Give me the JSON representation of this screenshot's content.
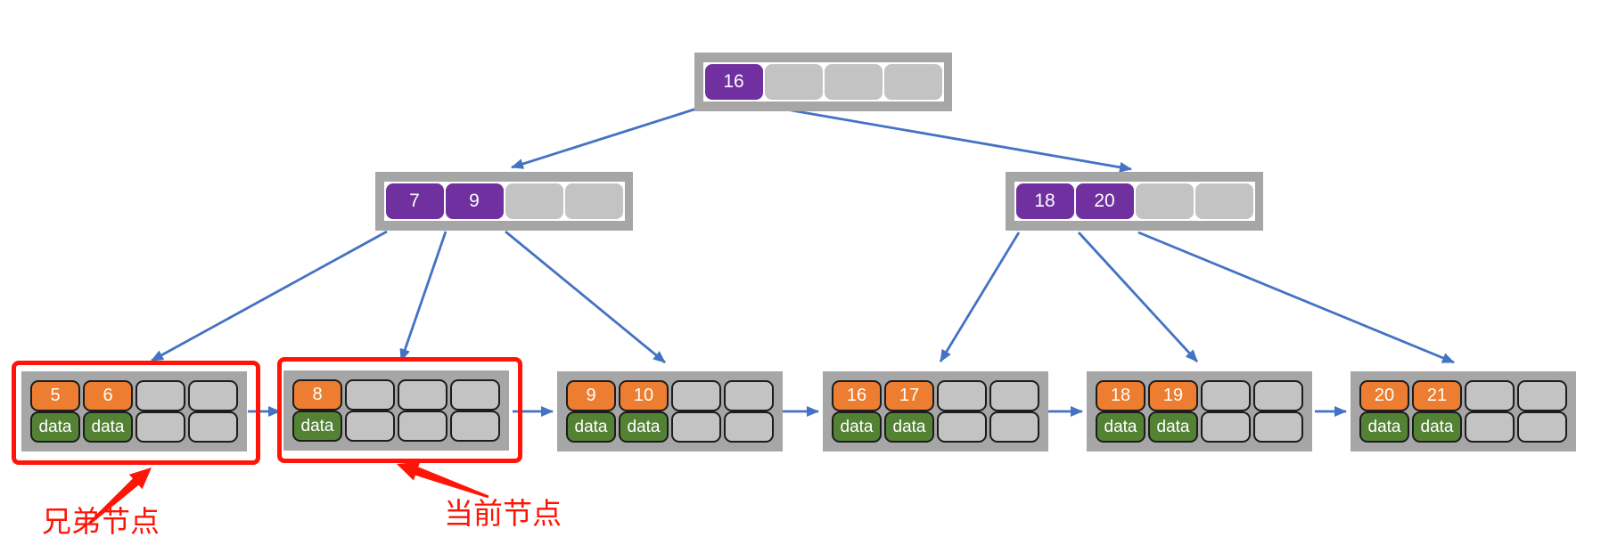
{
  "diagram": {
    "type": "b-plus-tree",
    "levels": 3,
    "leaf_order": [
      "leaf_1",
      "leaf_2",
      "leaf_3",
      "leaf_4",
      "leaf_5",
      "leaf_6"
    ]
  },
  "nodes": {
    "root": {
      "type": "internal",
      "slots": 4,
      "keys": [
        "16"
      ]
    },
    "internal_left": {
      "type": "internal",
      "slots": 4,
      "keys": [
        "7",
        "9"
      ]
    },
    "internal_right": {
      "type": "internal",
      "slots": 4,
      "keys": [
        "18",
        "20"
      ]
    },
    "leaf_1": {
      "type": "leaf",
      "slots": 4,
      "keys": [
        "5",
        "6"
      ],
      "data": [
        "data",
        "data"
      ]
    },
    "leaf_2": {
      "type": "leaf",
      "slots": 4,
      "keys": [
        "8"
      ],
      "data": [
        "data"
      ]
    },
    "leaf_3": {
      "type": "leaf",
      "slots": 4,
      "keys": [
        "9",
        "10"
      ],
      "data": [
        "data",
        "data"
      ]
    },
    "leaf_4": {
      "type": "leaf",
      "slots": 4,
      "keys": [
        "16",
        "17"
      ],
      "data": [
        "data",
        "data"
      ]
    },
    "leaf_5": {
      "type": "leaf",
      "slots": 4,
      "keys": [
        "18",
        "19"
      ],
      "data": [
        "data",
        "data"
      ]
    },
    "leaf_6": {
      "type": "leaf",
      "slots": 4,
      "keys": [
        "20",
        "21"
      ],
      "data": [
        "data",
        "data"
      ]
    }
  },
  "annotations": {
    "sibling_label": "兄弟节点",
    "current_label": "当前节点"
  },
  "colors": {
    "key_purple": "#7030A0",
    "key_orange": "#ED7D31",
    "data_green": "#548235",
    "node_gray": "#A6A6A6",
    "cell_gray": "#C3C3C3",
    "arrow_blue": "#4472C4",
    "highlight_red": "#FF1507"
  }
}
